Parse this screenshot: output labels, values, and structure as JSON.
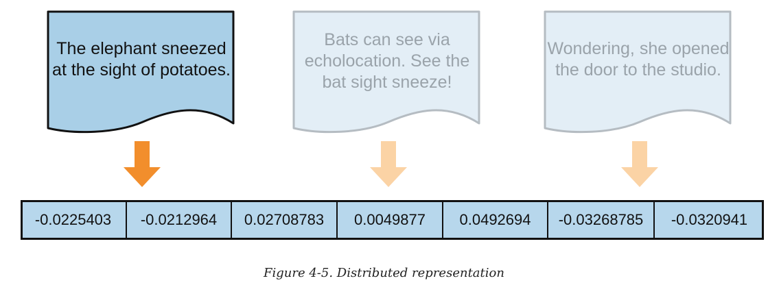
{
  "documents": [
    {
      "lines": [
        "The elephant sneezed",
        "at the sight of potatoes."
      ],
      "state": "active"
    },
    {
      "lines": [
        "Bats can see via",
        "echolocation. See the",
        "bat sight sneeze!"
      ],
      "state": "faded"
    },
    {
      "lines": [
        "Wondering, she opened",
        "the door to the studio."
      ],
      "state": "faded"
    }
  ],
  "vector": {
    "values": [
      "-0.0225403",
      "-0.0212964",
      "0.02708783",
      "0.0049877",
      "0.0492694",
      "-0.03268785",
      "-0.0320941"
    ]
  },
  "caption": "Figure 4-5. Distributed representation",
  "colors": {
    "active_fill": "#a9cfe7",
    "active_stroke": "#111111",
    "faded_fill": "#e3eef6",
    "faded_stroke": "#b5bcc2",
    "active_arrow": "#f28e2c",
    "faded_arrow": "#fbd3a5",
    "cell_fill": "#b7d7ec",
    "cell_stroke": "#111111"
  }
}
